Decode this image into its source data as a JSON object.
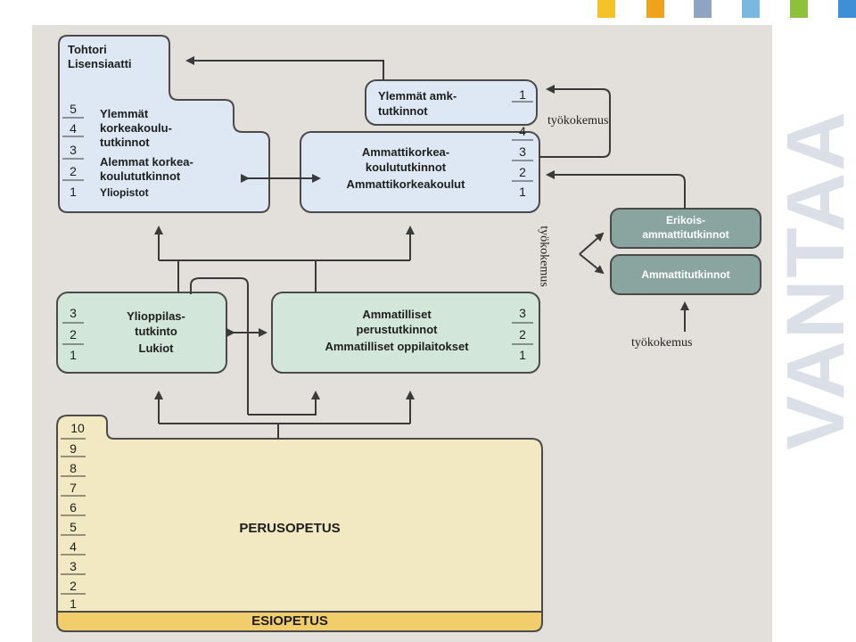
{
  "colors": {
    "strips": [
      "#f5c22a",
      "#f0a21c",
      "#8ea4c2",
      "#7ab8e0",
      "#8dc03c",
      "#3f8fd6"
    ],
    "university_fill": "#dde8f4",
    "secondary_fill": "#d3e6da",
    "vocational_fill": "#8aa5a0",
    "basic_fill": "#f2e8c2",
    "preschool_fill": "#f1cd6c"
  },
  "watermark": {
    "text": "VANTAA"
  },
  "university": {
    "doctor": "Tohtori",
    "licentiate": "Lisensiaatti",
    "masters_1": "Ylemmät",
    "masters_2": "korkeakoulu-",
    "masters_3": "tutkinnot",
    "bachelors_1": "Alemmat korkea-",
    "bachelors_2": "koulututkinnot",
    "institutions": "Yliopistot",
    "years": [
      "5",
      "4",
      "3",
      "2",
      "1"
    ]
  },
  "uas_master": {
    "line1": "Ylemmät amk-",
    "line2": "tutkinnot",
    "year": "1"
  },
  "uas": {
    "line1": "Ammattikorkea-",
    "line2": "koulututkinnot",
    "institutions": "Ammattikorkeakoulut",
    "years": [
      "4",
      "3",
      "2",
      "1"
    ]
  },
  "work_experience": {
    "top": "työkokemus",
    "middle": "työkokemus",
    "bottom": "työkokemus"
  },
  "specialist_vocational": {
    "line1": "Erikois-",
    "line2": "ammattitutkinnot"
  },
  "further_vocational": {
    "label": "Ammattitutkinnot"
  },
  "upper_secondary": {
    "line1": "Ylioppilas-",
    "line2": "tutkinto",
    "institutions": "Lukiot",
    "years": [
      "3",
      "2",
      "1"
    ]
  },
  "vocational": {
    "line1": "Ammatilliset",
    "line2": "perustutkinnot",
    "institutions": "Ammatilliset oppilaitokset",
    "years": [
      "3",
      "2",
      "1"
    ]
  },
  "basic": {
    "label": "PERUSOPETUS",
    "grade10": "10",
    "grades": [
      "9",
      "8",
      "7",
      "6",
      "5",
      "4",
      "3",
      "2",
      "1"
    ]
  },
  "preschool": {
    "label": "ESIOPETUS"
  }
}
